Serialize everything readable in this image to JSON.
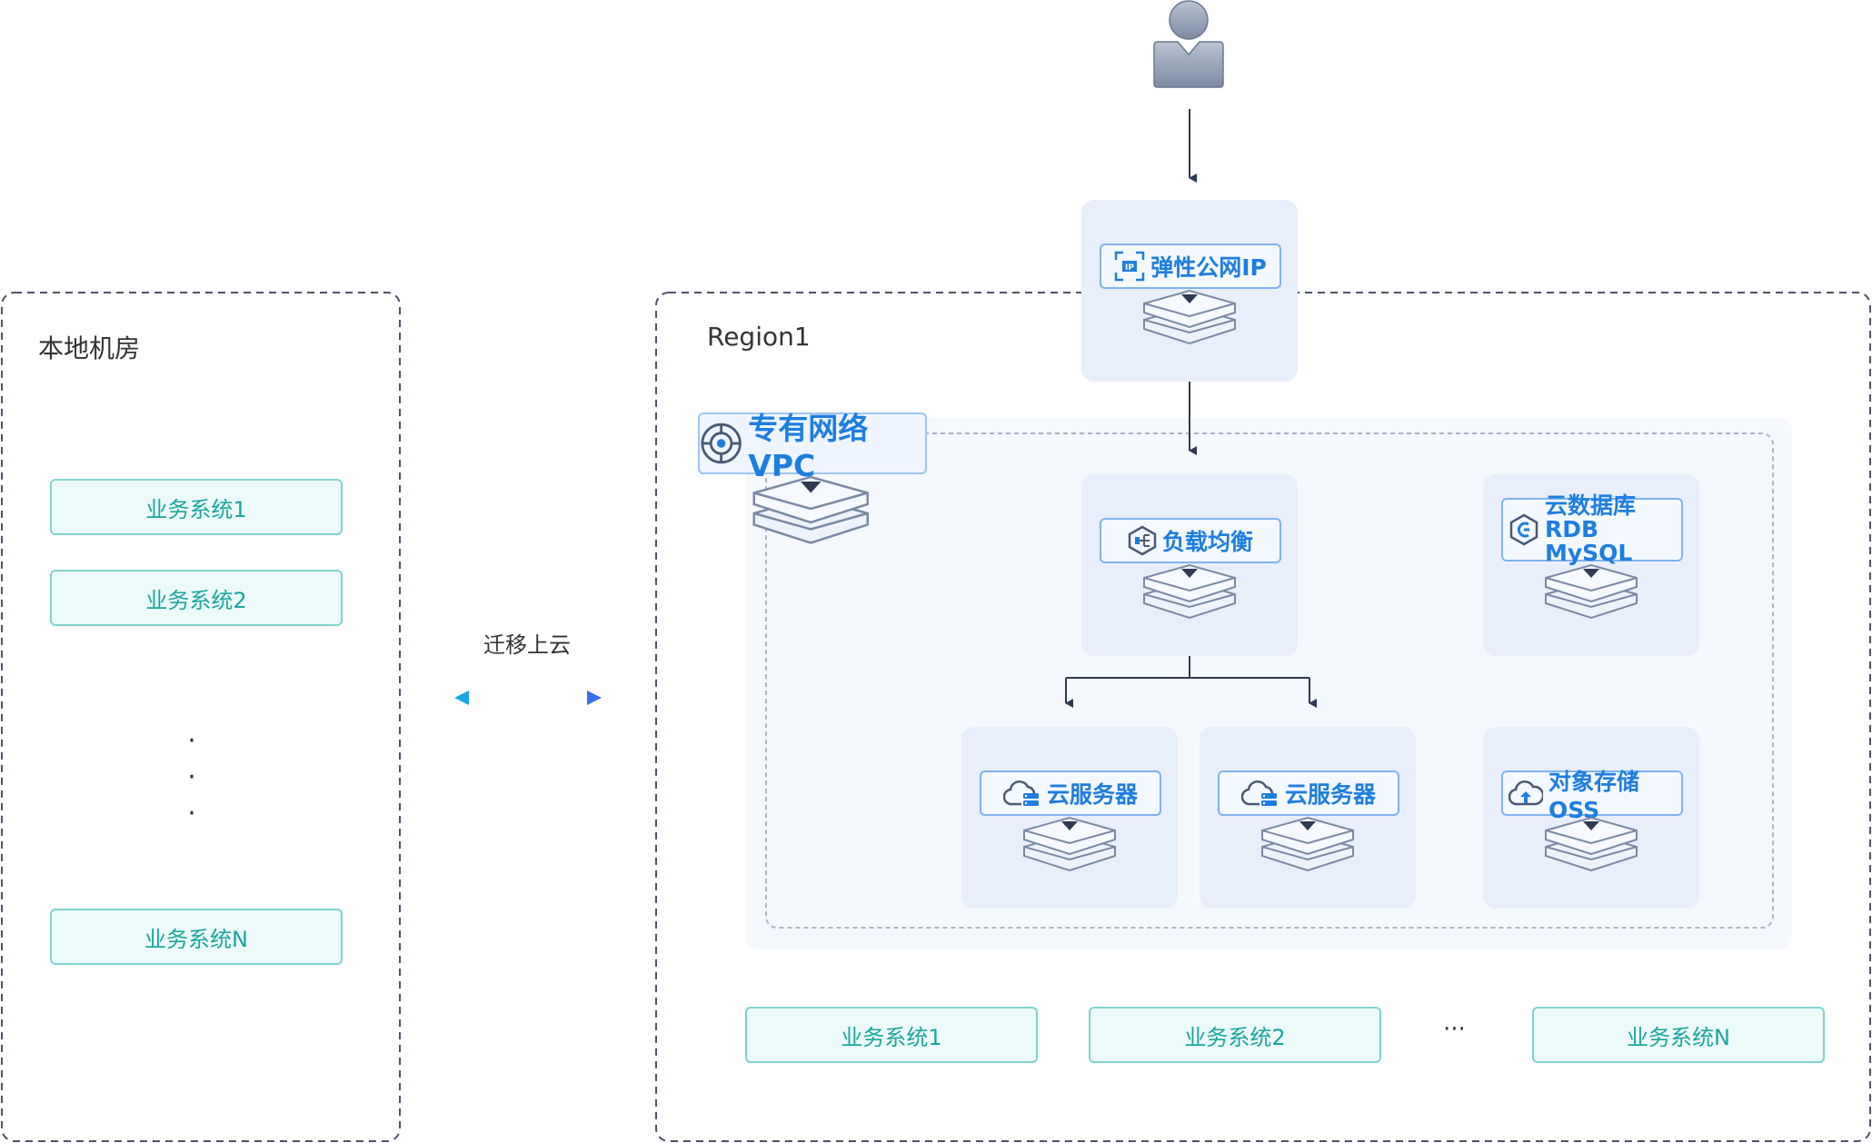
{
  "onprem": {
    "title": "本地机房",
    "systems": [
      "业务系统1",
      "业务系统2",
      "业务系统N"
    ],
    "vertical_dots": [
      "·",
      "·",
      "·"
    ]
  },
  "migration": {
    "label": "迁移上云"
  },
  "region": {
    "title": "Region1",
    "vpc_label": "专有网络VPC",
    "eip_label": "弹性公网IP",
    "slb_label": "负载均衡",
    "rds_label_line1": "云数据库RDB",
    "rds_label_line2": "MySQL",
    "ecs1_label": "云服务器",
    "ecs2_label": "云服务器",
    "oss_label": "对象存储OSS",
    "systems": [
      "业务系统1",
      "业务系统2",
      "业务系统N"
    ],
    "ellipsis": "···"
  },
  "colors": {
    "accent_blue": "#1e7ee0",
    "teal": "#1aa6a0",
    "card_bg": "#e8eefa",
    "line": "#2e3b52"
  },
  "icons": {
    "user": "user-icon",
    "eip": "eip-icon",
    "vpc": "vpc-icon",
    "slb": "load-balancer-icon",
    "rds": "database-icon",
    "ecs": "cloud-server-icon",
    "oss": "cloud-storage-icon",
    "layers": "layers-icon"
  }
}
